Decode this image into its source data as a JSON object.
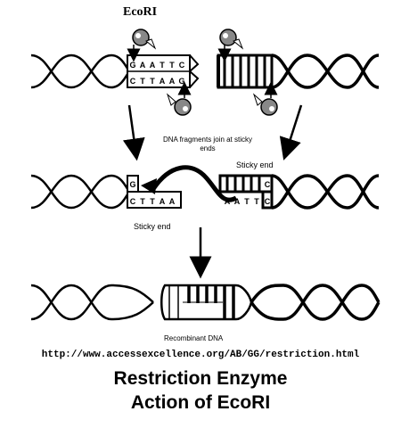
{
  "labels": {
    "enzyme": "EcoRI",
    "join_caption": "DNA fragments join at sticky ends",
    "sticky_end_right": "Sticky end",
    "sticky_end_left": "Sticky end",
    "recombinant": "Recombinant DNA",
    "url": "http://www.accessexcellence.org/AB/GG/restriction.html",
    "title_line1": "Restriction Enzyme",
    "title_line2": "Action of EcoRI"
  },
  "top_left_bases": {
    "upper": [
      "G",
      "A",
      "A",
      "T",
      "T",
      "C"
    ],
    "lower": [
      "C",
      "T",
      "T",
      "A",
      "A",
      "G"
    ]
  },
  "middle_left_bases": {
    "upper": [
      "G"
    ],
    "lower": [
      "C",
      "T",
      "T",
      "A",
      "A"
    ]
  },
  "middle_right_bases": {
    "upper": [
      "C"
    ],
    "lower": [
      "A",
      "A",
      "T",
      "T",
      "C"
    ]
  },
  "colors": {
    "ink": "#000000",
    "paper": "#ffffff",
    "enzyme": "#888888"
  }
}
